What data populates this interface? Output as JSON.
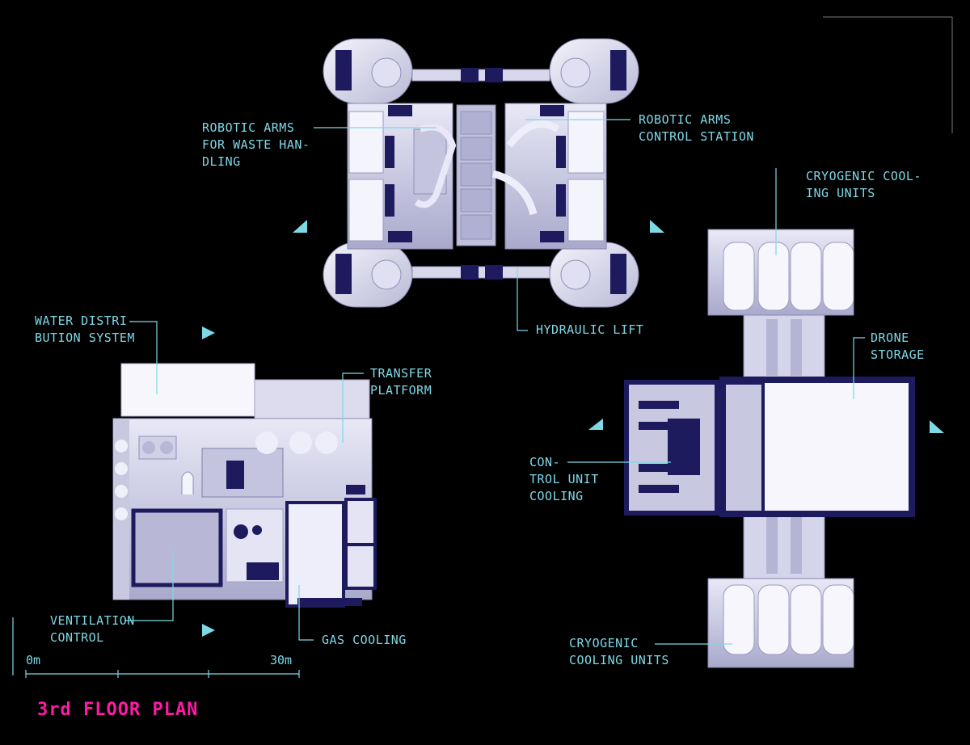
{
  "title": "3rd FLOOR PLAN",
  "labels": {
    "robotic_arms_waste": "ROBOTIC ARMS\nFOR WASTE HAN-\nDLING",
    "robotic_arms_control": "ROBOTIC ARMS\nCONTROL STATION",
    "cryogenic_top": "CRYOGENIC COOL-\nING UNITS",
    "hydraulic_lift": "HYDRAULIC LIFT",
    "water_distribution": "WATER DISTRI-\nBUTION SYSTEM",
    "transfer_platform": "TRANSFER\nPLATFORM",
    "drone_storage": "DRONE\nSTORAGE",
    "control_unit_cooling": "CON-\nTROL UNIT\nCOOLING",
    "ventilation_control": "VENTILATION\nCONTROL",
    "gas_cooling": "GAS COOLING",
    "cryogenic_bottom": "CRYOGENIC\nCOOLING UNITS"
  },
  "scale": {
    "start": "0m",
    "end": "30m"
  },
  "colors": {
    "accent": "#7fd8e6",
    "title": "#ff1aa6",
    "navy": "#1d1a5e",
    "plan": "#dcdcf0"
  }
}
